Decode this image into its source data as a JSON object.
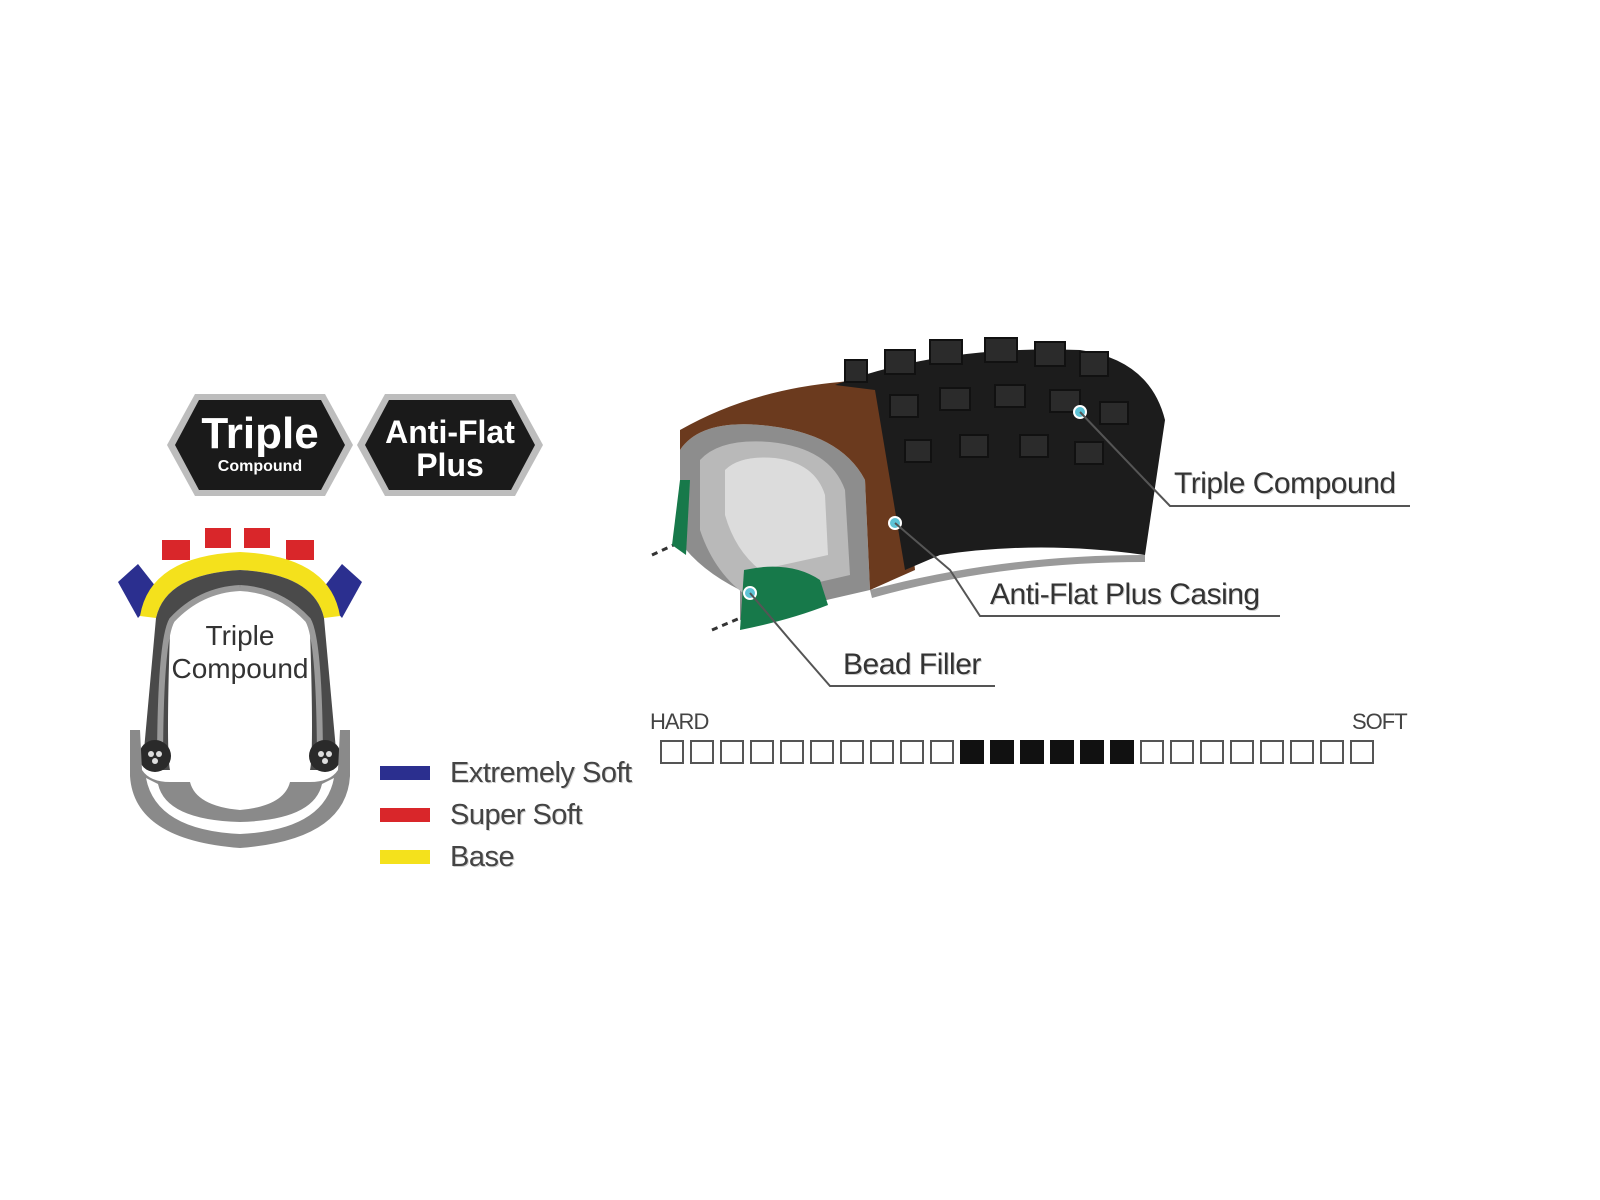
{
  "badges": {
    "triple": {
      "title": "Triple",
      "subtitle": "Compound"
    },
    "antiflat": {
      "line1": "Anti-Flat",
      "line2": "Plus"
    }
  },
  "cross_section": {
    "label_line1": "Triple",
    "label_line2": "Compound"
  },
  "legend": [
    {
      "label": "Extremely Soft",
      "color": "#2b2f8f"
    },
    {
      "label": "Super Soft",
      "color": "#d9262a"
    },
    {
      "label": "Base",
      "color": "#f4e11c"
    }
  ],
  "callouts": {
    "triple_compound": "Triple Compound",
    "casing": "Anti-Flat Plus Casing",
    "bead_filler": "Bead Filler"
  },
  "scale": {
    "hard_label": "HARD",
    "soft_label": "SOFT",
    "total_cells": 24,
    "filled_from": 10,
    "filled_to": 15
  },
  "colors": {
    "tread": "#1c1c1c",
    "casing": "#6b3a1e",
    "bead_filler": "#17794a",
    "marker": "#5ec3d6"
  }
}
